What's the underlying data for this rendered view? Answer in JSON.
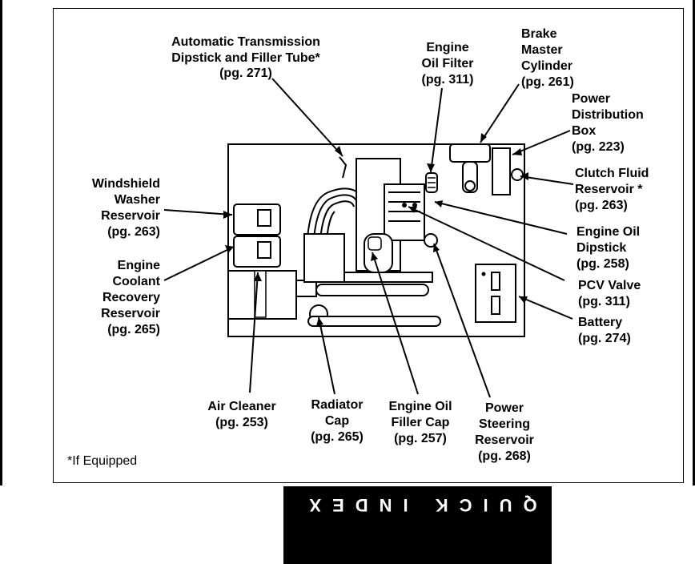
{
  "labels": {
    "atf": [
      "Automatic Transmission",
      "Dipstick and Filler Tube*",
      "(pg. 271)"
    ],
    "oil_filter": [
      "Engine",
      "Oil Filter",
      "(pg. 311)"
    ],
    "brake": [
      "Brake",
      "Master",
      "Cylinder",
      "(pg. 261)"
    ],
    "power_dist": [
      "Power",
      "Distribution",
      "Box",
      "(pg. 223)"
    ],
    "clutch": [
      "Clutch Fluid",
      "Reservoir *",
      "(pg. 263)"
    ],
    "washer": [
      "Windshield",
      "Washer",
      "Reservoir",
      "(pg. 263)"
    ],
    "oil_dipstick": [
      "Engine Oil",
      "Dipstick",
      "(pg. 258)"
    ],
    "coolant": [
      "Engine",
      "Coolant",
      "Recovery",
      "Reservoir",
      "(pg. 265)"
    ],
    "pcv": [
      "PCV Valve",
      "(pg. 311)"
    ],
    "battery": [
      "Battery",
      "(pg. 274)"
    ],
    "air_cleaner": [
      "Air Cleaner",
      "(pg. 253)"
    ],
    "radiator": [
      "Radiator",
      "Cap",
      "(pg. 265)"
    ],
    "oil_filler": [
      "Engine Oil",
      "Filler Cap",
      "(pg. 257)"
    ],
    "power_steering": [
      "Power",
      "Steering",
      "Reservoir",
      "(pg. 268)"
    ]
  },
  "footnote": "*If Equipped",
  "quick_index": "QUICK INDEX"
}
